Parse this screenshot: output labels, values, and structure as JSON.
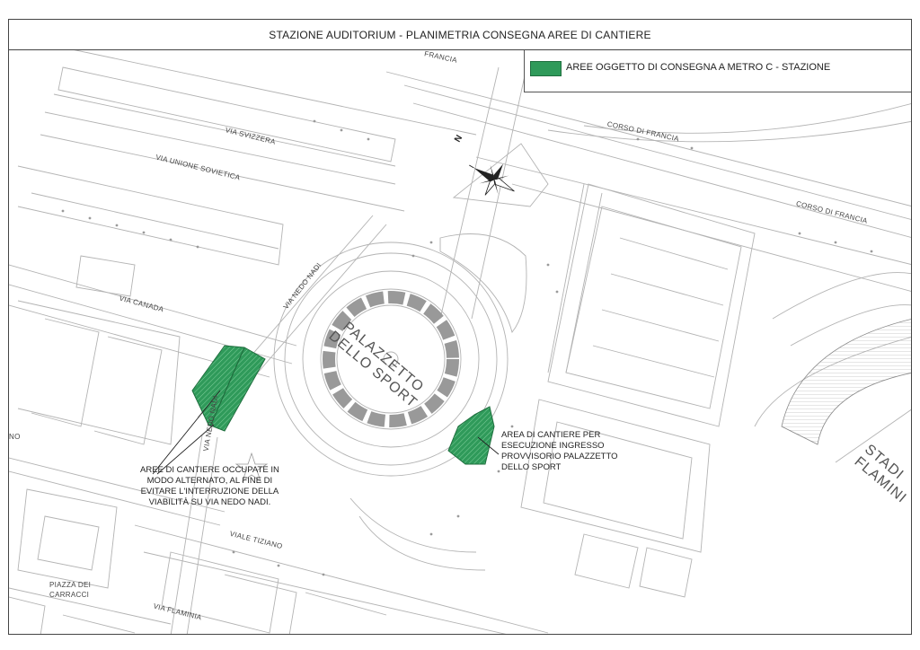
{
  "title": "STAZIONE AUDITORIUM - PLANIMETRIA CONSEGNA AREE DI CANTIERE",
  "legend": {
    "label": "AREE OGGETTO DI CONSEGNA A METRO C - STAZIONE",
    "swatch_color": "#2f9a5a"
  },
  "compass": {
    "north_label": "N"
  },
  "streets": {
    "via_svizzera": "VIA SVIZZERA",
    "via_unione_sovietica": "VIA UNIONE SOVIETICA",
    "via_canada": "VIA CANADA",
    "via_nedo_nadi_upper": "VIA NEDO NADI",
    "via_nedo_nadi_lower": "VIA NEDO NADI",
    "corso_di_francia_1": "CORSO DI FRANCIA",
    "corso_di_francia_2": "CORSO DI FRANCIA",
    "viale_tiziano": "VIALE TIZIANO",
    "piazza_dei_carracci_1": "PIAZZA DEI",
    "piazza_dei_carracci_2": "CARRACCI",
    "via_flaminia": "VIA FLAMINIA",
    "top_cropped": "FRANCIA",
    "left_cropped": "NO"
  },
  "buildings": {
    "palazzetto_line1": "PALAZZETTO",
    "palazzetto_line2": "DELLO SPORT",
    "stadio_line1": "STADI",
    "stadio_line2": "FLAMINI"
  },
  "annotations": {
    "left_note": [
      "AREE DI CANTIERE OCCUPATE IN",
      "MODO ALTERNATO, AL FINE DI",
      "EVITARE L'INTERRUZIONE DELLA",
      "VIABILITÀ SU VIA NEDO NADI."
    ],
    "right_note": [
      "AREA DI CANTIERE PER",
      "ESECUZIONE INGRESSO",
      "PROVVISORIO PALAZZETTO",
      "DELLO SPORT"
    ]
  }
}
